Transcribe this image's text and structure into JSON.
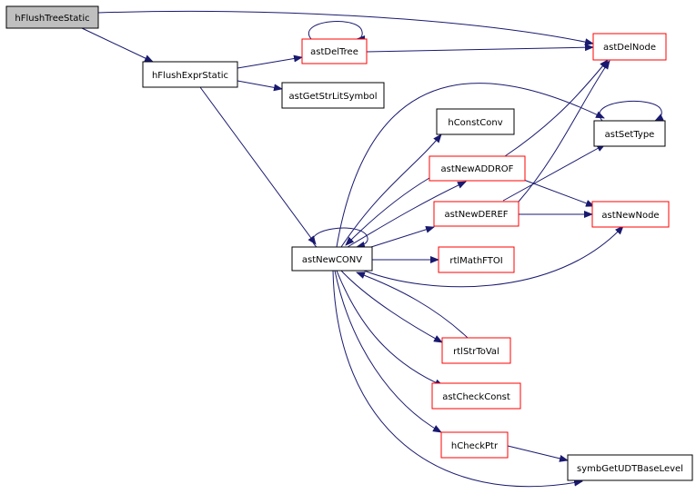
{
  "nodes": {
    "hFlushTreeStatic": {
      "label": "hFlushTreeStatic",
      "kind": "root"
    },
    "hFlushExprStatic": {
      "label": "hFlushExprStatic",
      "kind": "documented"
    },
    "astDelTree": {
      "label": "astDelTree",
      "kind": "truncated"
    },
    "astDelNode": {
      "label": "astDelNode",
      "kind": "truncated"
    },
    "astGetStrLitSymbol": {
      "label": "astGetStrLitSymbol",
      "kind": "documented"
    },
    "hConstConv": {
      "label": "hConstConv",
      "kind": "documented"
    },
    "astSetType": {
      "label": "astSetType",
      "kind": "documented"
    },
    "astNewADDROF": {
      "label": "astNewADDROF",
      "kind": "truncated"
    },
    "astNewDEREF": {
      "label": "astNewDEREF",
      "kind": "truncated"
    },
    "astNewNode": {
      "label": "astNewNode",
      "kind": "truncated"
    },
    "astNewCONV": {
      "label": "astNewCONV",
      "kind": "documented"
    },
    "rtlMathFTOI": {
      "label": "rtlMathFTOI",
      "kind": "truncated"
    },
    "rtlStrToVal": {
      "label": "rtlStrToVal",
      "kind": "truncated"
    },
    "astCheckConst": {
      "label": "astCheckConst",
      "kind": "truncated"
    },
    "hCheckPtr": {
      "label": "hCheckPtr",
      "kind": "truncated"
    },
    "symbGetUDTBaseLevel": {
      "label": "symbGetUDTBaseLevel",
      "kind": "documented"
    }
  },
  "edges": [
    {
      "from": "hFlushTreeStatic",
      "to": "astDelNode"
    },
    {
      "from": "hFlushTreeStatic",
      "to": "hFlushExprStatic"
    },
    {
      "from": "hFlushExprStatic",
      "to": "astDelTree"
    },
    {
      "from": "hFlushExprStatic",
      "to": "astGetStrLitSymbol"
    },
    {
      "from": "hFlushExprStatic",
      "to": "astNewCONV"
    },
    {
      "from": "astDelTree",
      "to": "astDelTree"
    },
    {
      "from": "astDelTree",
      "to": "astDelNode"
    },
    {
      "from": "astSetType",
      "to": "astSetType"
    },
    {
      "from": "astNewCONV",
      "to": "astNewCONV"
    },
    {
      "from": "astNewCONV",
      "to": "astSetType"
    },
    {
      "from": "astNewCONV",
      "to": "hConstConv"
    },
    {
      "from": "astNewCONV",
      "to": "astNewADDROF"
    },
    {
      "from": "astNewCONV",
      "to": "astNewDEREF"
    },
    {
      "from": "astNewCONV",
      "to": "rtlMathFTOI"
    },
    {
      "from": "astNewCONV",
      "to": "astNewNode"
    },
    {
      "from": "astNewCONV",
      "to": "rtlStrToVal"
    },
    {
      "from": "astNewCONV",
      "to": "astCheckConst"
    },
    {
      "from": "astNewCONV",
      "to": "hCheckPtr"
    },
    {
      "from": "astNewCONV",
      "to": "symbGetUDTBaseLevel"
    },
    {
      "from": "astNewADDROF",
      "to": "astNewCONV"
    },
    {
      "from": "astNewADDROF",
      "to": "astDelNode"
    },
    {
      "from": "astNewADDROF",
      "to": "astNewNode"
    },
    {
      "from": "astNewDEREF",
      "to": "astDelNode"
    },
    {
      "from": "astNewDEREF",
      "to": "astSetType"
    },
    {
      "from": "astNewDEREF",
      "to": "astNewNode"
    },
    {
      "from": "rtlStrToVal",
      "to": "astNewCONV"
    },
    {
      "from": "hCheckPtr",
      "to": "symbGetUDTBaseLevel"
    }
  ],
  "colors": {
    "edge": "#191970",
    "root_fill": "#bfbfbf",
    "border_documented": "#000000",
    "border_truncated": "#ff0000"
  }
}
